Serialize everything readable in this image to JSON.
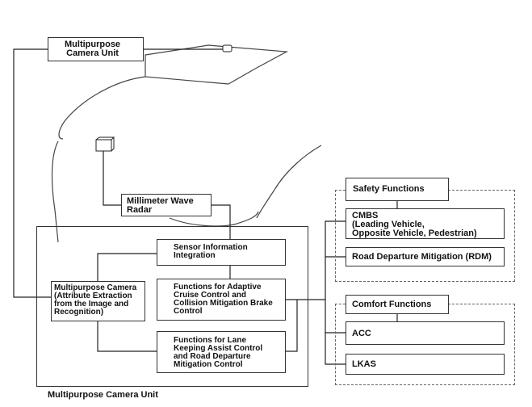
{
  "top_camera_label": "Multipurpose\nCamera Unit",
  "radar_label": "Millimeter Wave\nRadar",
  "unit_caption": "Multipurpose Camera Unit",
  "inner": {
    "camera_label": "Multipurpose Camera\n(Attribute Extraction\nfrom the Image and\nRecognition)",
    "sensor_fusion": "Sensor Information\nIntegration",
    "acc_cmbs_functions": "Functions for Adaptive\nCruise Control and\nCollision Mitigation Brake\nControl",
    "lkas_rdm_functions": "Functions for Lane\nKeeping Assist Control\nand Road Departure\nMitigation Control"
  },
  "safety": {
    "title": "Safety Functions",
    "cmbs": "CMBS\n(Leading Vehicle,\nOpposite Vehicle, Pedestrian)",
    "rdm": "Road Departure Mitigation (RDM)"
  },
  "comfort": {
    "title": "Comfort Functions",
    "acc": "ACC",
    "lkas": "LKAS"
  }
}
